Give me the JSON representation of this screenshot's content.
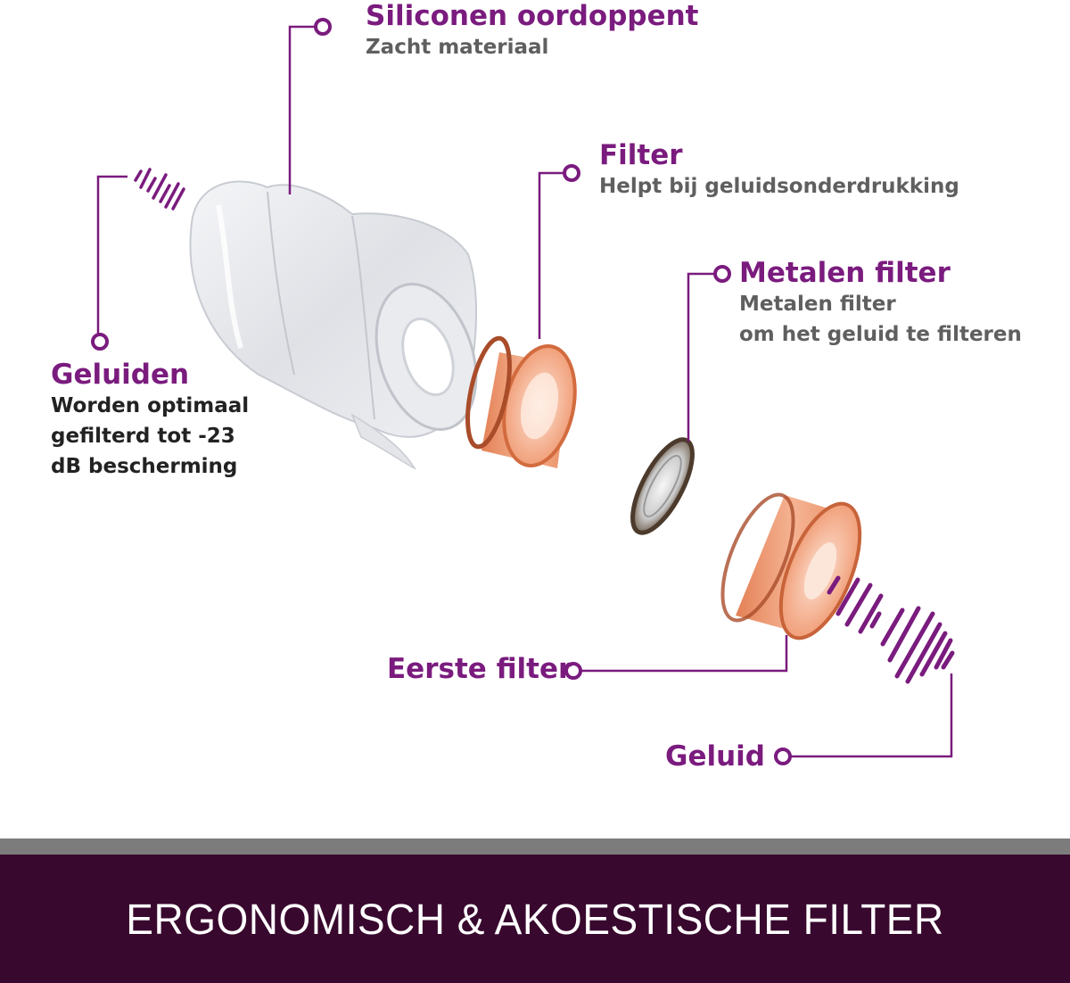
{
  "colors": {
    "accent": "#7a1b7e",
    "banner_bg": "#38082e",
    "banner_stripe": "#7c7c7c",
    "filter_orange": "#e8875a"
  },
  "labels": {
    "siliconen": {
      "title": "Siliconen oordoppent",
      "lines": [
        "Zacht materiaal"
      ]
    },
    "filter": {
      "title": "Filter",
      "lines": [
        "Helpt bij geluidsonderdrukking"
      ]
    },
    "metalen": {
      "title": "Metalen filter",
      "lines": [
        "Metalen filter",
        "om het geluid te filteren"
      ]
    },
    "geluiden": {
      "title": "Geluiden",
      "lines": [
        "Worden optimaal",
        "gefilterd tot -23",
        "dB bescherming"
      ]
    },
    "eerste": {
      "title": "Eerste filter"
    },
    "geluid": {
      "title": "Geluid"
    }
  },
  "banner": {
    "title": "ERGONOMISCH & AKOESTISCHE FILTER"
  }
}
